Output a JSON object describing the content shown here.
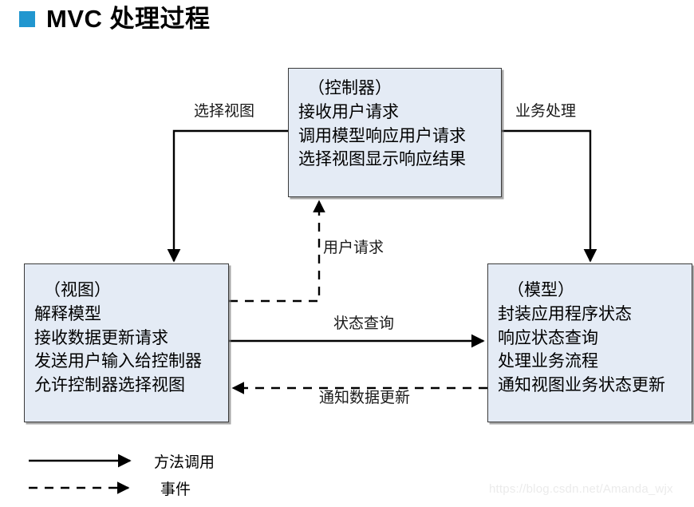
{
  "title": {
    "text": "MVC 处理过程",
    "bullet_color": "#2196cf"
  },
  "diagram": {
    "type": "flow-diagram",
    "nodes": [
      {
        "id": "controller",
        "lines": [
          "（控制器）",
          "接收用户请求",
          "调用模型响应用户请求",
          "选择视图显示响应结果"
        ],
        "fill": "#e4ebf5",
        "border": "#3a3a3a"
      },
      {
        "id": "view",
        "lines": [
          "（视图）",
          "解释模型",
          "接收数据更新请求",
          "发送用户输入给控制器",
          "允许控制器选择视图"
        ],
        "fill": "#e4ebf5",
        "border": "#3a3a3a"
      },
      {
        "id": "model",
        "lines": [
          "（模型）",
          "封装应用程序状态",
          "响应状态查询",
          "处理业务流程",
          "通知视图业务状态更新"
        ],
        "fill": "#e4ebf5",
        "border": "#3a3a3a"
      }
    ],
    "edges": [
      {
        "id": "select-view",
        "label": "选择视图",
        "from": "controller",
        "to": "view",
        "style": "solid"
      },
      {
        "id": "business",
        "label": "业务处理",
        "from": "controller",
        "to": "model",
        "style": "solid"
      },
      {
        "id": "user-request",
        "label": "用户请求",
        "from": "view",
        "to": "controller",
        "style": "dashed"
      },
      {
        "id": "state-query",
        "label": "状态查询",
        "from": "view",
        "to": "model",
        "style": "solid"
      },
      {
        "id": "notify-update",
        "label": "通知数据更新",
        "from": "model",
        "to": "view",
        "style": "dashed"
      }
    ]
  },
  "legend": {
    "items": [
      {
        "id": "method-call",
        "label": "方法调用",
        "style": "solid"
      },
      {
        "id": "event",
        "label": "事件",
        "style": "dashed"
      }
    ]
  },
  "watermark": {
    "text": "https://blog.csdn.net/Amanda_wjx"
  }
}
